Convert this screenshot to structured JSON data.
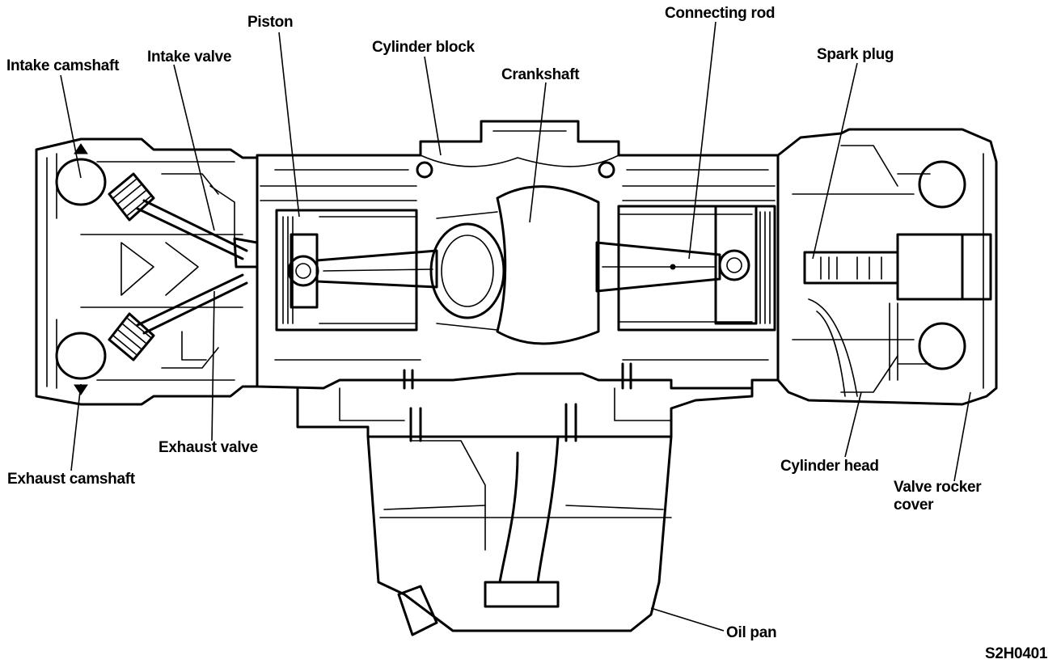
{
  "labels": {
    "intake_camshaft": "Intake camshaft",
    "intake_valve": "Intake valve",
    "piston": "Piston",
    "cylinder_block": "Cylinder block",
    "crankshaft": "Crankshaft",
    "connecting_rod": "Connecting rod",
    "spark_plug": "Spark plug",
    "exhaust_valve": "Exhaust valve",
    "exhaust_camshaft": "Exhaust camshaft",
    "cylinder_head": "Cylinder head",
    "valve_rocker_cover": "Valve rocker\ncover",
    "oil_pan": "Oil pan"
  },
  "figure_code": "S2H0401"
}
